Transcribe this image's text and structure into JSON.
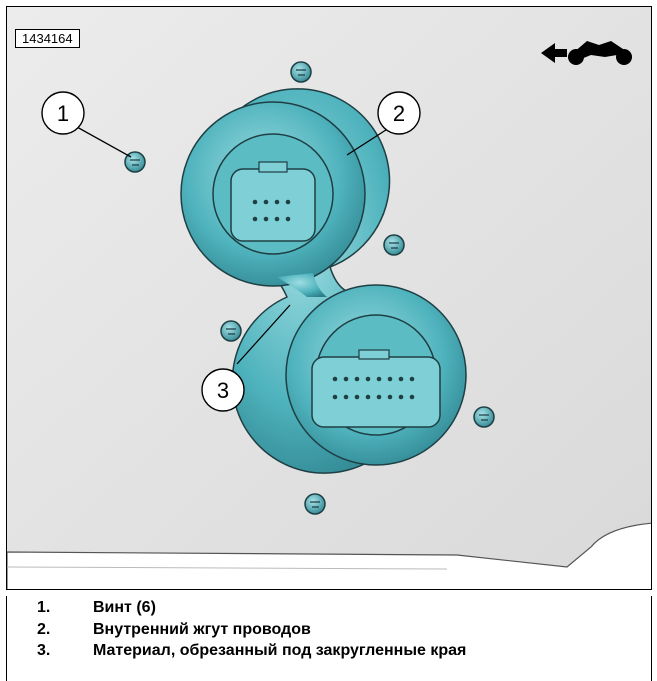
{
  "figure": {
    "id": "1434164",
    "callouts": [
      "1",
      "2",
      "3"
    ],
    "icons": [
      "direction-arrow-icon",
      "motorcycle-icon"
    ]
  },
  "legend": [
    {
      "num": "1.",
      "text": "Винт (6)"
    },
    {
      "num": "2.",
      "text": "Внутренний жгут проводов"
    },
    {
      "num": "3.",
      "text": "Материал, обрезанный под закругленные края"
    }
  ]
}
